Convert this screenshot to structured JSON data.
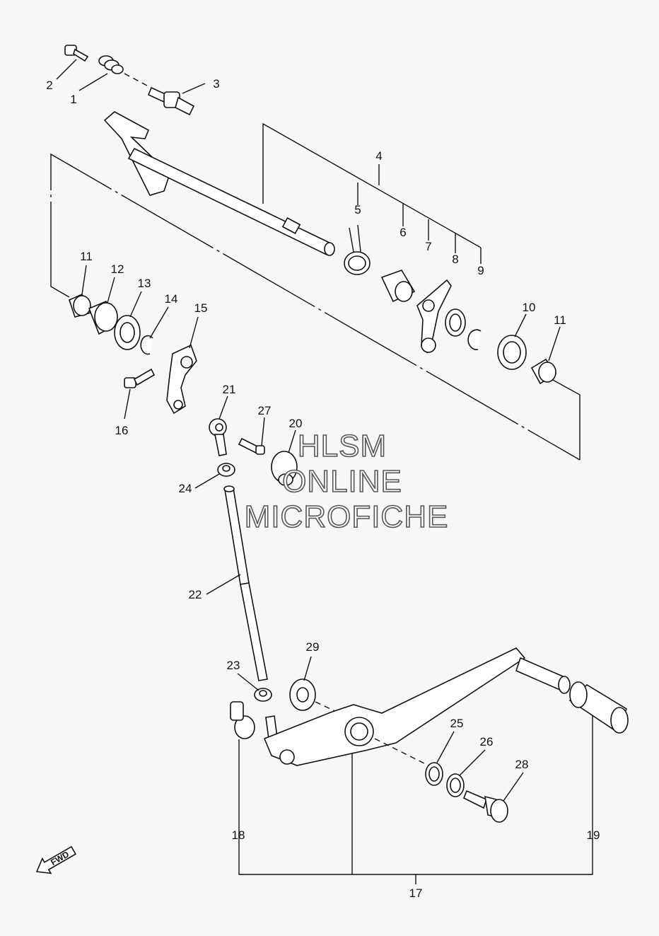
{
  "callouts": {
    "c1": "1",
    "c2": "2",
    "c3": "3",
    "c4": "4",
    "c5": "5",
    "c6": "6",
    "c7": "7",
    "c8": "8",
    "c9": "9",
    "c10": "10",
    "c11a": "11",
    "c11b": "11",
    "c12": "12",
    "c13": "13",
    "c14": "14",
    "c15": "15",
    "c16": "16",
    "c17": "17",
    "c18": "18",
    "c19": "19",
    "c20": "20",
    "c21": "21",
    "c22": "22",
    "c23": "23",
    "c24": "24",
    "c25": "25",
    "c26": "26",
    "c27": "27",
    "c28": "28",
    "c29": "29"
  },
  "watermark": {
    "line1": "HLSM",
    "line2": "ONLINE",
    "line3": "MICROFICHE"
  },
  "fwd_label": "FWD"
}
